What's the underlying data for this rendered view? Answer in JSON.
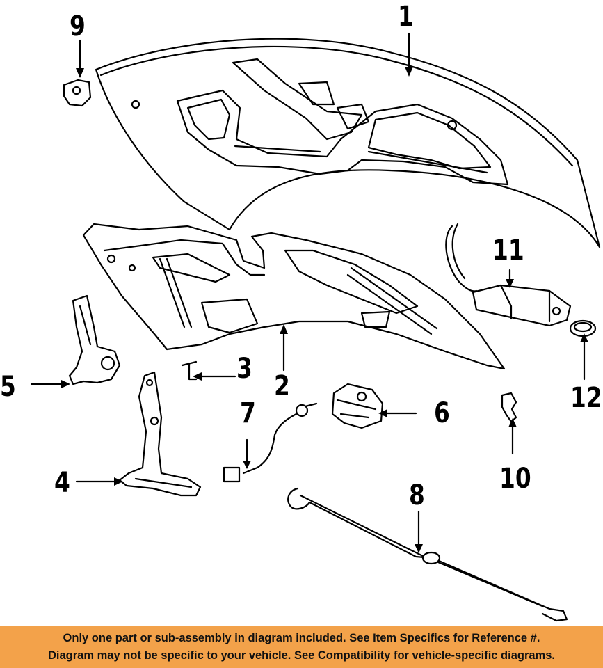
{
  "callouts": {
    "c1": "1",
    "c2": "2",
    "c3": "3",
    "c4": "4",
    "c5": "5",
    "c6": "6",
    "c7": "7",
    "c8": "8",
    "c9": "9",
    "c10": "10",
    "c11": "11",
    "c12": "12"
  },
  "footer": {
    "line1": "Only one part or sub-assembly in diagram included. See Item Specifics for Reference #.",
    "line2": "Diagram may not be specific to your vehicle. See Compatibility for vehicle-specific diagrams."
  },
  "colors": {
    "footer_bg": "#f3a24a",
    "ink": "#000000"
  }
}
